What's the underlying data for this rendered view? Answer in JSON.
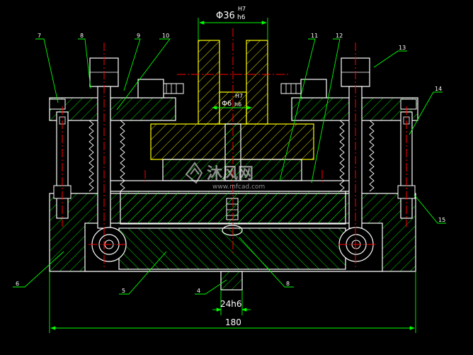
{
  "colors": {
    "background": "#000000",
    "outline": "#ffffff",
    "part": "#00ff00",
    "bushing": "#ffff00",
    "centerline": "#ff0000",
    "dimension": "#00ff00"
  },
  "dimensions": {
    "top_fit_dia": "Φ36",
    "top_fit_hole": "H7",
    "top_fit_shaft": "h6",
    "mid_fit_dia": "Φ6",
    "mid_fit_hole": "H7",
    "mid_fit_shaft": "h6",
    "bottom_key": "24h6",
    "overall_width": "180"
  },
  "callouts": {
    "c1": "7",
    "c2": "8",
    "c3": "9",
    "c4": "10",
    "c5": "11",
    "c6": "12",
    "c7": "13",
    "c8": "14",
    "c9": "15",
    "c10": "6",
    "c11": "5",
    "c12": "4",
    "c13": "8"
  },
  "watermark": {
    "brand": "沐风网",
    "url": "www.mfcad.com"
  }
}
